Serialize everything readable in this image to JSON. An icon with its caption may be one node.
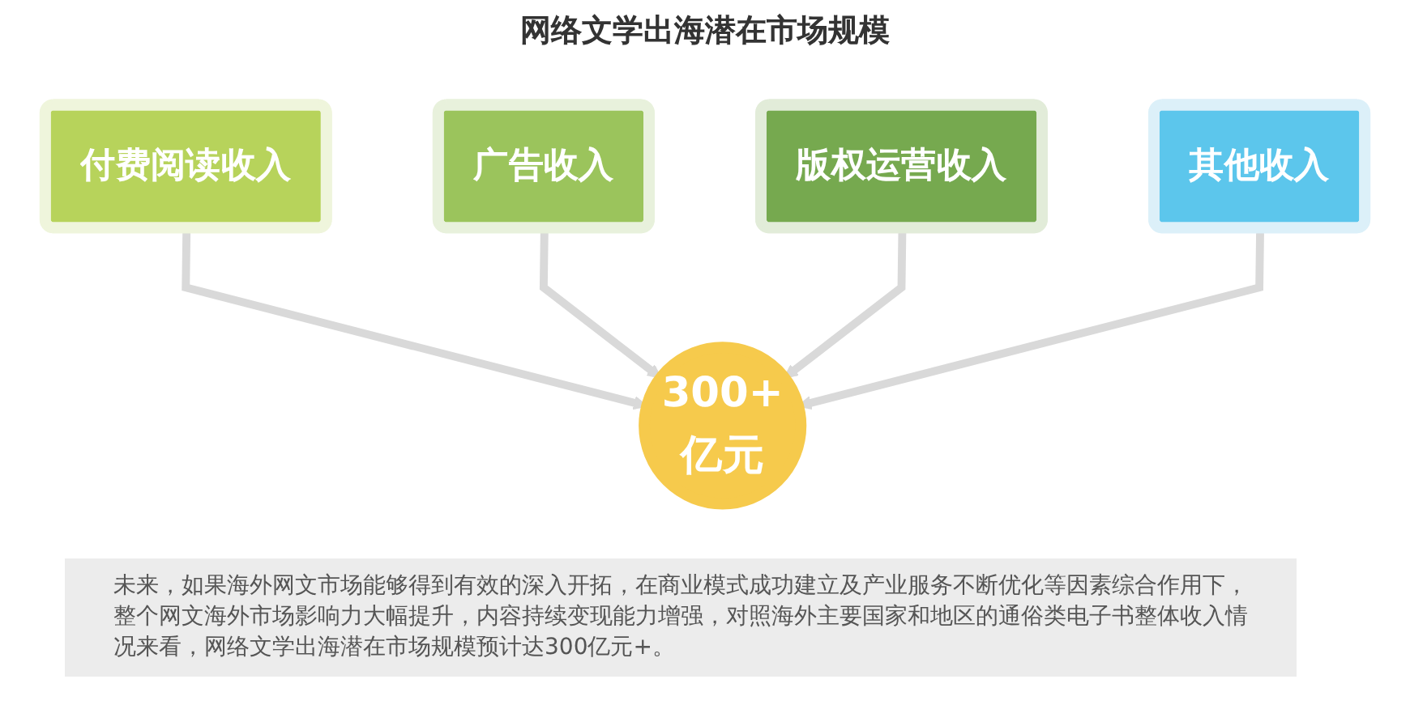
{
  "diagram": {
    "title": "网络文学出海潜在市场规模",
    "nodes": [
      {
        "text": [
          "付费阅读收入"
        ]
      },
      {
        "text": [
          "广告收入"
        ]
      },
      {
        "text": [
          "版权运营收入"
        ]
      },
      {
        "text": [
          "其他收入"
        ]
      },
      {
        "text": [
          "300+",
          "亿元"
        ]
      }
    ],
    "edges": [
      {
        "from": 0,
        "to": 4,
        "arrow": "to"
      },
      {
        "from": 1,
        "to": 4,
        "arrow": "to"
      },
      {
        "from": 2,
        "to": 4,
        "arrow": "to"
      },
      {
        "from": 3,
        "to": 4,
        "arrow": "to"
      }
    ],
    "labels": [
      "未来，如果海外网文市场能够得到有效的深入开拓，在商业模式成功建立及产业服务不断优化等因素综合作用下，整个网文海外市场影响力大幅提升，内容持续变现能力增强，对照海外主要国家和地区的通俗类电子书整体收入情况来看，网络文学出海潜在市场规模预计达300亿元+。"
    ]
  }
}
